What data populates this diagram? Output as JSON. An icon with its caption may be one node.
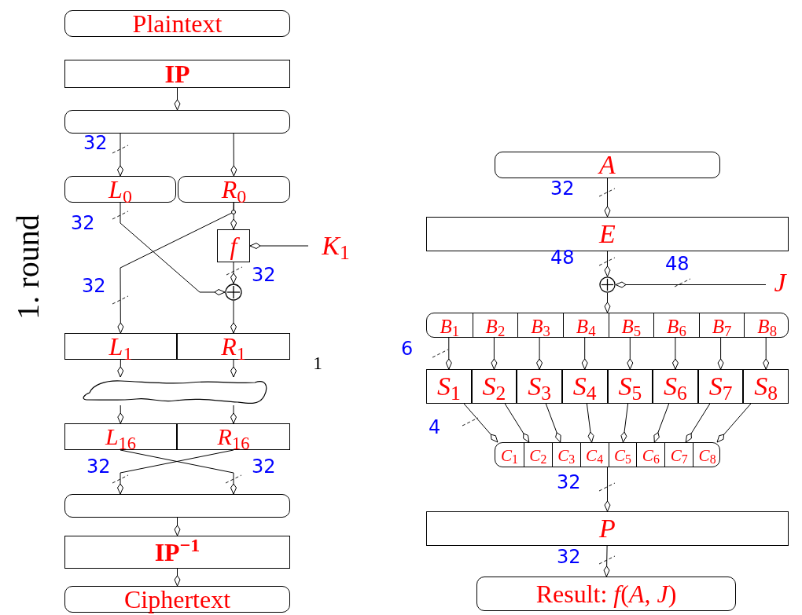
{
  "diagram": {
    "nodes": [
      {
        "text": [
          "Plaintext"
        ]
      },
      {
        "text": [
          "IP"
        ]
      },
      {
        "text": [],
        "shape": "box"
      },
      {
        "text": [
          "*L*$_{0}$"
        ]
      },
      {
        "text": [
          "*R*$_{0}$"
        ]
      },
      {
        "text": [
          "f"
        ]
      },
      {
        "text": [
          "*K*$_{1}$"
        ]
      },
      {
        "text": [],
        "shape": "circle"
      },
      {
        "text": [
          "*L*$_{1}$"
        ]
      },
      {
        "text": [
          "*R*$_{1}$"
        ]
      },
      {
        "text": [],
        "shape": "cloud"
      },
      {
        "text": [
          "*L*$_{16}$"
        ]
      },
      {
        "text": [
          "*R*$_{16}$"
        ]
      },
      {
        "text": [],
        "shape": "box"
      },
      {
        "text": [
          "IP$^{−1}$"
        ]
      },
      {
        "text": [
          "Ciphertext"
        ]
      },
      {
        "text": [
          "A"
        ]
      },
      {
        "text": [
          "E"
        ]
      },
      {
        "text": [],
        "shape": "circle"
      },
      {
        "text": [
          "J"
        ]
      },
      {
        "text": [],
        "shape": "box"
      },
      {
        "text": [
          "*B*$_{1}$"
        ],
        "in": 20
      },
      {
        "text": [
          "*B*$_{2}$"
        ],
        "in": 20
      },
      {
        "text": [
          "*B*$_{3}$"
        ],
        "in": 20
      },
      {
        "text": [
          "*B*$_{4}$"
        ],
        "in": 20
      },
      {
        "text": [
          "*B*$_{5}$"
        ],
        "in": 20
      },
      {
        "text": [
          "*B*$_{6}$"
        ],
        "in": 20
      },
      {
        "text": [
          "*B*$_{7}$"
        ],
        "in": 20
      },
      {
        "text": [
          "*B*$_{8}$"
        ],
        "in": 20
      },
      {
        "text": [
          "*S*$_{1}$"
        ]
      },
      {
        "text": [
          "*S*$_{2}$"
        ]
      },
      {
        "text": [
          "*S*$_{3}$"
        ]
      },
      {
        "text": [
          "*S*$_{4}$"
        ]
      },
      {
        "text": [
          "*S*$_{5}$"
        ]
      },
      {
        "text": [
          "*S*$_{6}$"
        ]
      },
      {
        "text": [
          "*S*$_{7}$"
        ]
      },
      {
        "text": [
          "*S*$_{8}$"
        ]
      },
      {
        "text": [],
        "shape": "box"
      },
      {
        "text": [
          "*C*$_{1}$"
        ],
        "in": 37
      },
      {
        "text": [
          "*C*$_{2}$"
        ],
        "in": 37
      },
      {
        "text": [
          "*C*$_{3}$"
        ],
        "in": 37
      },
      {
        "text": [
          "*C*$_{4}$"
        ],
        "in": 37
      },
      {
        "text": [
          "*C*$_{5}$"
        ],
        "in": 37
      },
      {
        "text": [
          "*C*$_{6}$"
        ],
        "in": 37
      },
      {
        "text": [
          "*C*$_{7}$"
        ],
        "in": 37
      },
      {
        "text": [
          "*C*$_{8}$"
        ],
        "in": 37
      },
      {
        "text": [
          "P"
        ]
      },
      {
        "text": [
          "Result: *f*(*A*, *J*)"
        ]
      }
    ],
    "edges": [
      {
        "from": 1,
        "to": 2,
        "arrow": "to"
      },
      {
        "from": 2,
        "to": 3,
        "arrow": "to",
        "label": "32"
      },
      {
        "from": 2,
        "to": 4,
        "arrow": "to"
      },
      {
        "from": 3,
        "to": 7,
        "arrow": "to",
        "label": "32"
      },
      {
        "from": 4,
        "to": 5,
        "arrow": "to"
      },
      {
        "from": 4,
        "to": 8,
        "arrow": "to",
        "label": "32"
      },
      {
        "from": 6,
        "to": 5,
        "arrow": "to"
      },
      {
        "from": 5,
        "to": 7,
        "arrow": "to",
        "label": "32"
      },
      {
        "from": 7,
        "to": 9,
        "arrow": "to"
      },
      {
        "from": 8,
        "to": 10,
        "arrow": "to"
      },
      {
        "from": 9,
        "to": 10,
        "arrow": "to"
      },
      {
        "from": 10,
        "to": 11,
        "arrow": "to"
      },
      {
        "from": 10,
        "to": 12,
        "arrow": "to"
      },
      {
        "from": 11,
        "to": 13,
        "arrow": "to",
        "label": "32"
      },
      {
        "from": 12,
        "to": 13,
        "arrow": "to",
        "label": "32"
      },
      {
        "from": 13,
        "to": 14,
        "arrow": "to"
      },
      {
        "from": 14,
        "to": 15,
        "arrow": "to"
      },
      {
        "from": 16,
        "to": 17,
        "arrow": "to",
        "label": "32"
      },
      {
        "from": 17,
        "to": 18,
        "arrow": "to",
        "label": "48"
      },
      {
        "from": 19,
        "to": 18,
        "arrow": "to",
        "label": "48"
      },
      {
        "from": 18,
        "to": 20,
        "arrow": "to"
      },
      {
        "from": 21,
        "to": 29,
        "arrow": "to",
        "label": "6"
      },
      {
        "from": 22,
        "to": 30,
        "arrow": "to"
      },
      {
        "from": 23,
        "to": 31,
        "arrow": "to"
      },
      {
        "from": 24,
        "to": 32,
        "arrow": "to"
      },
      {
        "from": 25,
        "to": 33,
        "arrow": "to"
      },
      {
        "from": 26,
        "to": 34,
        "arrow": "to"
      },
      {
        "from": 27,
        "to": 35,
        "arrow": "to"
      },
      {
        "from": 28,
        "to": 36,
        "arrow": "to"
      },
      {
        "from": 29,
        "to": 38,
        "arrow": "to",
        "label": "4"
      },
      {
        "from": 30,
        "to": 39,
        "arrow": "to"
      },
      {
        "from": 31,
        "to": 40,
        "arrow": "to"
      },
      {
        "from": 32,
        "to": 41,
        "arrow": "to"
      },
      {
        "from": 33,
        "to": 42,
        "arrow": "to"
      },
      {
        "from": 34,
        "to": 43,
        "arrow": "to"
      },
      {
        "from": 35,
        "to": 44,
        "arrow": "to"
      },
      {
        "from": 36,
        "to": 45,
        "arrow": "to"
      },
      {
        "from": 37,
        "to": 46,
        "arrow": "to",
        "label": "32"
      },
      {
        "from": 46,
        "to": 47,
        "arrow": "to",
        "label": "32"
      }
    ],
    "labels": [
      "1. round",
      "1"
    ]
  }
}
